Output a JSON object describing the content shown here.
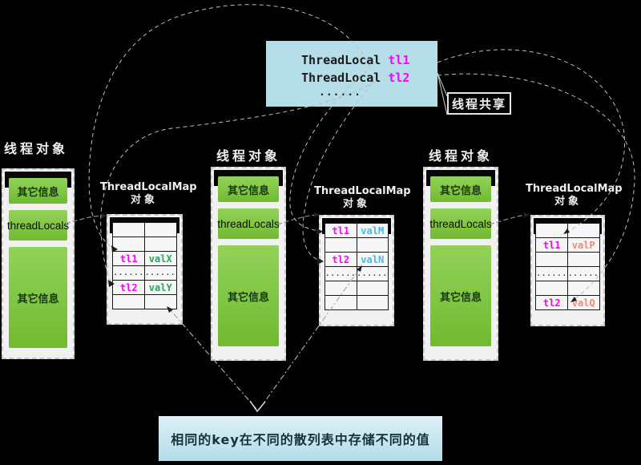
{
  "shared_box": {
    "row1_label": "ThreadLocal ",
    "row1_var": "tl1",
    "row2_label": "ThreadLocal ",
    "row2_var": "tl2",
    "dots": "......"
  },
  "shared_label": "线程共享",
  "threads": [
    {
      "title": "线程对象",
      "field_top": "其它信息",
      "field_mid": "threadLocals",
      "field_bottom": "其它信息"
    },
    {
      "title": "线程对象",
      "field_top": "其它信息",
      "field_mid": "threadLocals",
      "field_bottom": "其它信息"
    },
    {
      "title": "线程对象",
      "field_top": "其它信息",
      "field_mid": "threadLocals",
      "field_bottom": "其它信息"
    }
  ],
  "maps": [
    {
      "title": "ThreadLocalMap",
      "subtitle": "对象",
      "val_color": "#2fa35c",
      "rows": [
        [
          "",
          ""
        ],
        [
          "",
          ""
        ],
        [
          "tl1",
          "valX"
        ],
        [
          "......",
          "......"
        ],
        [
          "tl2",
          "valY"
        ],
        [
          "",
          ""
        ]
      ]
    },
    {
      "title": "ThreadLocalMap",
      "subtitle": "对象",
      "val_color": "#3bbfef",
      "rows": [
        [
          "tl1",
          "valM"
        ],
        [
          "",
          ""
        ],
        [
          "tl2",
          "valN"
        ],
        [
          "......",
          "......"
        ],
        [
          "",
          ""
        ],
        [
          "",
          ""
        ]
      ]
    },
    {
      "title": "ThreadLocalMap",
      "subtitle": "对象",
      "val_color": "#ef8a7e",
      "rows": [
        [
          "",
          ""
        ],
        [
          "tl1",
          "valP"
        ],
        [
          "",
          ""
        ],
        [
          "......",
          "......"
        ],
        [
          "",
          ""
        ],
        [
          "tl2",
          "valQ"
        ]
      ]
    }
  ],
  "annotation": "相同的key在不同的散列表中存储不同的值",
  "colors": {
    "background": "#000000",
    "shared_box_bg": "#b6dee9",
    "annotation_bg": "#b3dde9",
    "green_top": "#92d25a",
    "green_bottom": "#72ba30",
    "key_color": "#ff00ff",
    "line_color": "#bdbdbd"
  }
}
